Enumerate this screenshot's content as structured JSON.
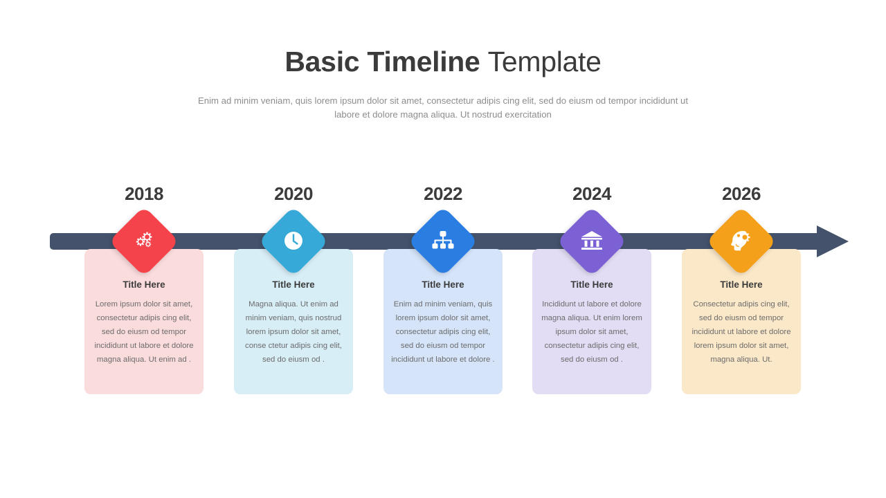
{
  "header": {
    "title_bold": "Basic Timeline",
    "title_light": "Template",
    "subtitle": "Enim ad minim veniam, quis lorem ipsum dolor sit amet, consectetur adipis cing elit, sed do eiusm od tempor incididunt ut labore et dolore magna aliqua. Ut nostrud exercitation"
  },
  "timeline": {
    "bar_color": "#44536b",
    "arrow_icon": "arrow-right-icon"
  },
  "items": [
    {
      "year": "2018",
      "title": "Title Here",
      "body": "Lorem ipsum dolor sit amet, consectetur adipis cing elit, sed do eiusm od tempor incididunt ut labore et dolore magna aliqua. Ut enim ad .",
      "icon": "gears-icon",
      "accent_color": "#f4434a",
      "card_color": "#fbdcdd"
    },
    {
      "year": "2020",
      "title": "Title Here",
      "body": "Magna aliqua. Ut enim ad minim veniam, quis nostrud lorem ipsum dolor sit amet, conse ctetur adipis cing elit, sed do eiusm od .",
      "icon": "clock-icon",
      "accent_color": "#36a9d8",
      "card_color": "#d8eef7"
    },
    {
      "year": "2022",
      "title": "Title Here",
      "body": "Enim ad minim veniam, quis lorem ipsum dolor sit amet, consectetur adipis cing elit, sed do eiusm od tempor incididunt ut labore et dolore .",
      "icon": "org-chart-icon",
      "accent_color": "#2a7de1",
      "card_color": "#d6e4fa"
    },
    {
      "year": "2024",
      "title": "Title Here",
      "body": "Incididunt ut labore et dolore magna aliqua. Ut enim lorem ipsum dolor sit amet, consectetur adipis cing elit, sed do eiusm od .",
      "icon": "bank-icon",
      "accent_color": "#7b61d4",
      "card_color": "#e2ddf4"
    },
    {
      "year": "2026",
      "title": "Title Here",
      "body": "Consectetur adipis cing elit, sed do eiusm od tempor incididunt ut labore et dolore lorem ipsum dolor sit amet, magna aliqua. Ut.",
      "icon": "head-gears-icon",
      "accent_color": "#f5a01b",
      "card_color": "#fbe8c9"
    }
  ]
}
